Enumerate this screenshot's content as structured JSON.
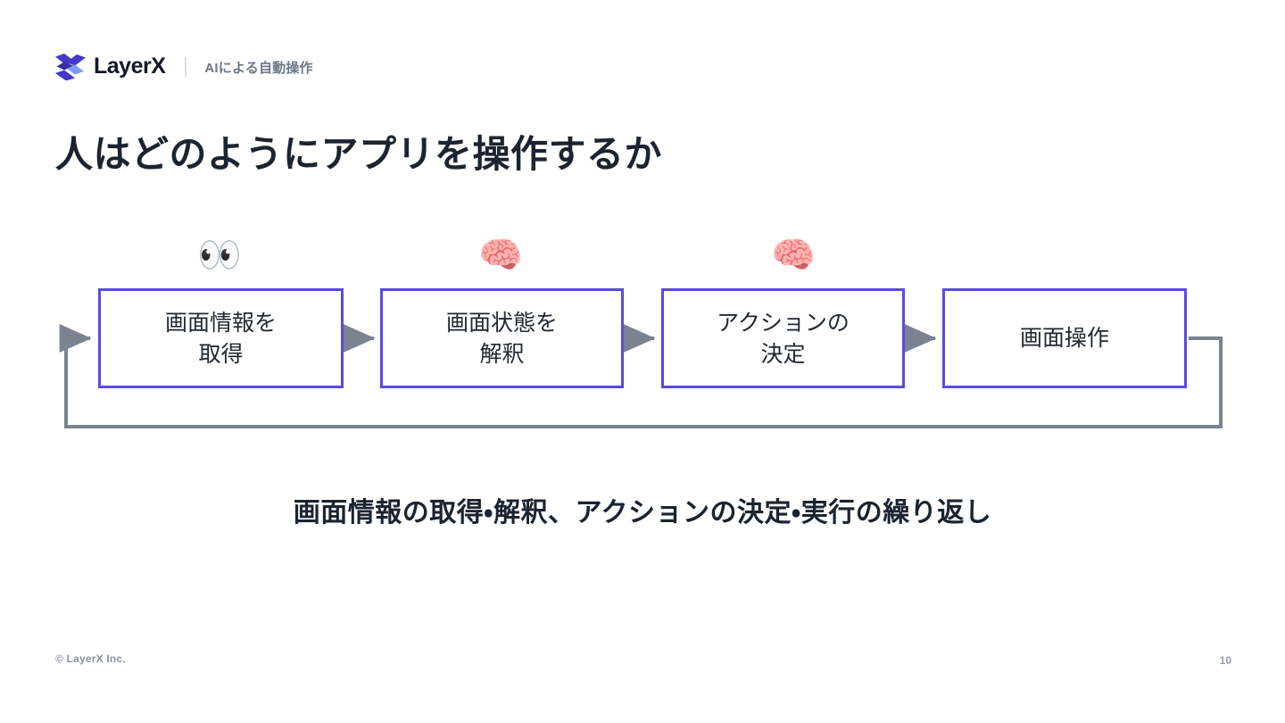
{
  "header": {
    "logo_text": "LayerX",
    "logo_icon": "layerx-logo-mark",
    "subtitle": "AIによる自動操作"
  },
  "title": "人はどのようにアプリを操作するか",
  "diagram": {
    "type": "cycle-flow",
    "box_border_color": "#5a4ae3",
    "connector_color": "#7b8290",
    "nodes": [
      {
        "id": "capture",
        "icon": "eyes-emoji",
        "icon_char": "👀",
        "label": "画面情報を\n取得"
      },
      {
        "id": "interpret",
        "icon": "brain-emoji",
        "icon_char": "🧠",
        "label": "画面状態を\n解釈"
      },
      {
        "id": "decide",
        "icon": "brain-emoji",
        "icon_char": "🧠",
        "label": "アクションの\n決定"
      },
      {
        "id": "operate",
        "icon": "",
        "icon_char": "",
        "label": "画面操作"
      }
    ],
    "loop_back": true
  },
  "caption": "画面情報の取得・解釈、アクションの決定・実行の繰り返し",
  "footer": {
    "copyright": "© LayerX Inc.",
    "page_number": "10"
  }
}
